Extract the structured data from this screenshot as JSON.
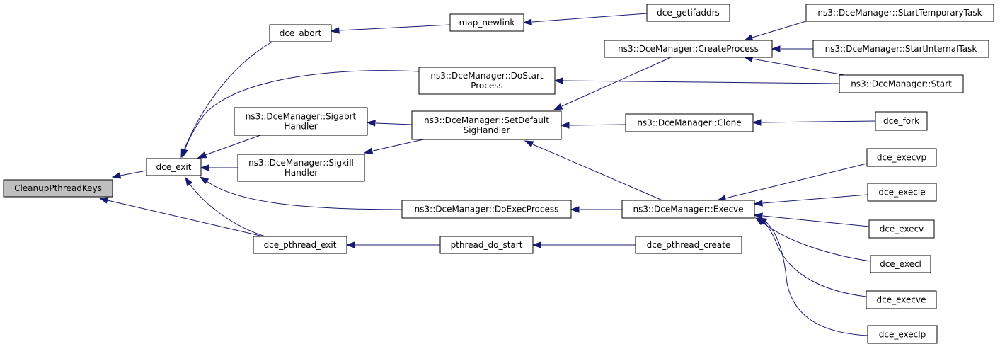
{
  "diagram": {
    "type": "call-graph",
    "root": "cleanup",
    "colors": {
      "edge": "#191970",
      "root_fill": "#bfbfbf",
      "node_fill": "#ffffff",
      "node_border": "#000000"
    },
    "nodes": [
      {
        "id": "cleanup",
        "lines": [
          "CleanupPthreadKeys"
        ]
      },
      {
        "id": "dce_exit",
        "lines": [
          "dce_exit"
        ]
      },
      {
        "id": "dce_pthread_exit",
        "lines": [
          "dce_pthread_exit"
        ]
      },
      {
        "id": "dce_abort",
        "lines": [
          "dce_abort"
        ]
      },
      {
        "id": "map_newlink",
        "lines": [
          "map_newlink"
        ]
      },
      {
        "id": "dce_getifaddrs",
        "lines": [
          "dce_getifaddrs"
        ]
      },
      {
        "id": "do_start_process",
        "lines": [
          "ns3::DceManager::DoStart",
          "Process"
        ]
      },
      {
        "id": "sigabrt_handler",
        "lines": [
          "ns3::DceManager::Sigabrt",
          "Handler"
        ]
      },
      {
        "id": "sigkill_handler",
        "lines": [
          "ns3::DceManager::Sigkill",
          "Handler"
        ]
      },
      {
        "id": "set_default_sig_handler",
        "lines": [
          "ns3::DceManager::SetDefault",
          "SigHandler"
        ]
      },
      {
        "id": "do_exec_process",
        "lines": [
          "ns3::DceManager::DoExecProcess"
        ]
      },
      {
        "id": "create_process",
        "lines": [
          "ns3::DceManager::CreateProcess"
        ]
      },
      {
        "id": "start_temporary_task",
        "lines": [
          "ns3::DceManager::StartTemporaryTask"
        ]
      },
      {
        "id": "start_internal_task",
        "lines": [
          "ns3::DceManager::StartInternalTask"
        ]
      },
      {
        "id": "start",
        "lines": [
          "ns3::DceManager::Start"
        ]
      },
      {
        "id": "clone",
        "lines": [
          "ns3::DceManager::Clone"
        ]
      },
      {
        "id": "dce_fork",
        "lines": [
          "dce_fork"
        ]
      },
      {
        "id": "execve",
        "lines": [
          "ns3::DceManager::Execve"
        ]
      },
      {
        "id": "dce_execvp",
        "lines": [
          "dce_execvp"
        ]
      },
      {
        "id": "dce_execle",
        "lines": [
          "dce_execle"
        ]
      },
      {
        "id": "dce_execv",
        "lines": [
          "dce_execv"
        ]
      },
      {
        "id": "dce_execl",
        "lines": [
          "dce_execl"
        ]
      },
      {
        "id": "dce_execve",
        "lines": [
          "dce_execve"
        ]
      },
      {
        "id": "dce_execlp",
        "lines": [
          "dce_execlp"
        ]
      },
      {
        "id": "pthread_do_start",
        "lines": [
          "pthread_do_start"
        ]
      },
      {
        "id": "dce_pthread_create",
        "lines": [
          "dce_pthread_create"
        ]
      }
    ],
    "edges": [
      {
        "from": "dce_exit",
        "to": "cleanup"
      },
      {
        "from": "dce_pthread_exit",
        "to": "cleanup"
      },
      {
        "from": "dce_abort",
        "to": "dce_exit"
      },
      {
        "from": "do_start_process",
        "to": "dce_exit"
      },
      {
        "from": "sigabrt_handler",
        "to": "dce_exit"
      },
      {
        "from": "sigkill_handler",
        "to": "dce_exit"
      },
      {
        "from": "do_exec_process",
        "to": "dce_exit"
      },
      {
        "from": "dce_pthread_exit",
        "to": "dce_exit"
      },
      {
        "from": "map_newlink",
        "to": "dce_abort"
      },
      {
        "from": "dce_getifaddrs",
        "to": "map_newlink"
      },
      {
        "from": "start",
        "to": "do_start_process"
      },
      {
        "from": "set_default_sig_handler",
        "to": "sigabrt_handler"
      },
      {
        "from": "set_default_sig_handler",
        "to": "sigkill_handler"
      },
      {
        "from": "create_process",
        "to": "set_default_sig_handler"
      },
      {
        "from": "clone",
        "to": "set_default_sig_handler"
      },
      {
        "from": "execve",
        "to": "set_default_sig_handler"
      },
      {
        "from": "start_temporary_task",
        "to": "create_process"
      },
      {
        "from": "start_internal_task",
        "to": "create_process"
      },
      {
        "from": "start",
        "to": "create_process"
      },
      {
        "from": "dce_fork",
        "to": "clone"
      },
      {
        "from": "execve",
        "to": "do_exec_process"
      },
      {
        "from": "dce_execvp",
        "to": "execve"
      },
      {
        "from": "dce_execle",
        "to": "execve"
      },
      {
        "from": "dce_execv",
        "to": "execve"
      },
      {
        "from": "dce_execl",
        "to": "execve"
      },
      {
        "from": "dce_execve",
        "to": "execve"
      },
      {
        "from": "dce_execlp",
        "to": "execve"
      },
      {
        "from": "pthread_do_start",
        "to": "dce_pthread_exit"
      },
      {
        "from": "dce_pthread_create",
        "to": "pthread_do_start"
      }
    ]
  }
}
